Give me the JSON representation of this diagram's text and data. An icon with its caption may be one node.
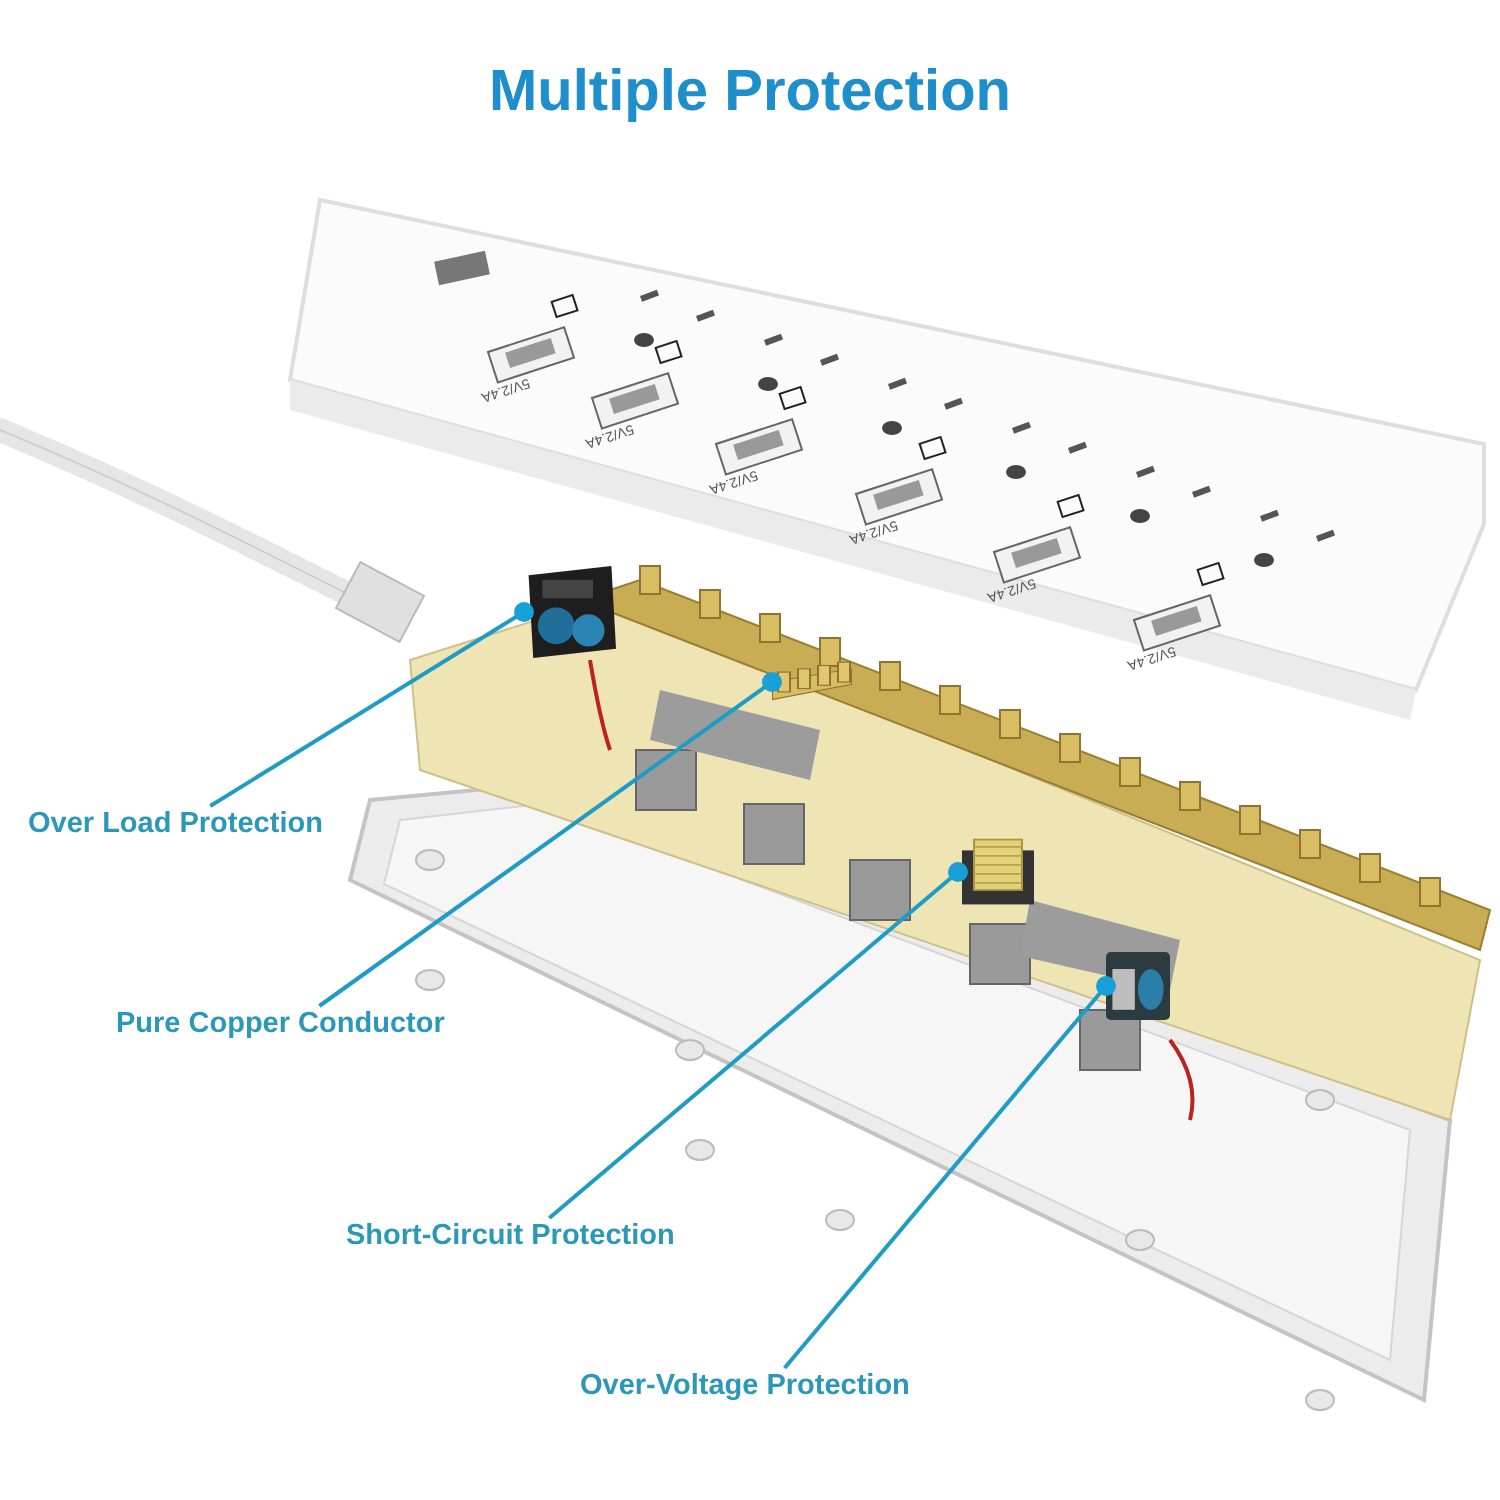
{
  "diagram": {
    "title": "Multiple Protection",
    "nodes": [
      {
        "text": [
          "Over Load Protection"
        ]
      },
      {
        "text": [
          "Pure Copper Conductor"
        ]
      },
      {
        "text": [
          "Short-Circuit Protection"
        ]
      },
      {
        "text": [
          "Over-Voltage Protection"
        ]
      },
      {
        "text": [],
        "shape": "picture"
      },
      {
        "text": [],
        "shape": "picture"
      },
      {
        "text": [],
        "shape": "picture"
      },
      {
        "text": [],
        "shape": "picture"
      }
    ],
    "edges": [
      {
        "from": 0,
        "to": 4,
        "arrow": "other"
      },
      {
        "from": 1,
        "to": 5,
        "arrow": "other"
      },
      {
        "from": 2,
        "to": 6,
        "arrow": "other"
      },
      {
        "from": 3,
        "to": 7,
        "arrow": "other"
      }
    ],
    "labels": [
      "5V/2.4A",
      "5V/2.4A",
      "5V/2.4A",
      "5V/2.4A",
      "5V/2.4A",
      "5V/2.4A"
    ]
  }
}
